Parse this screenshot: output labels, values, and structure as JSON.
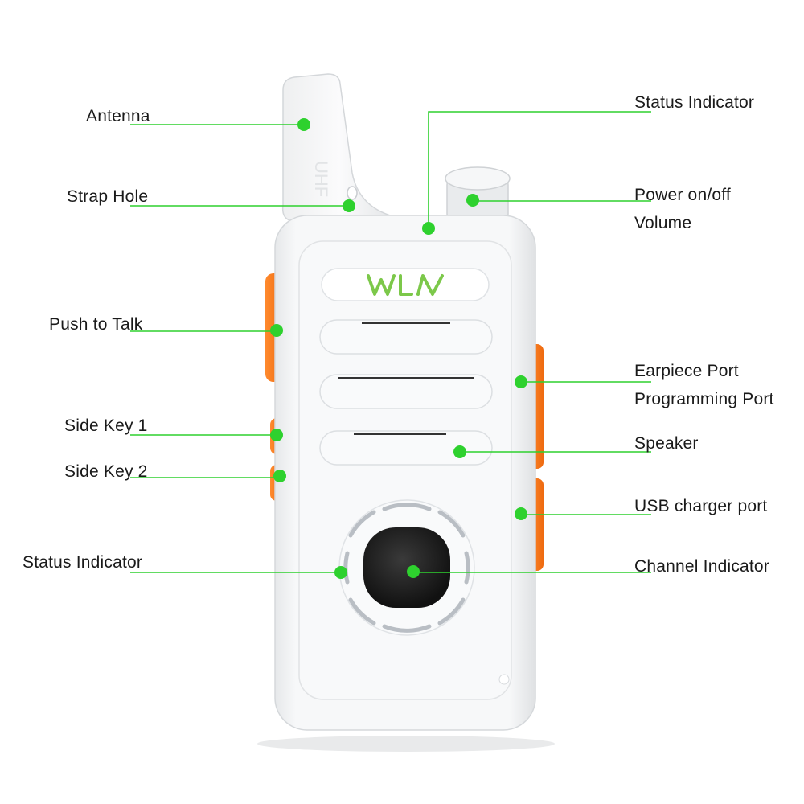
{
  "diagram": {
    "accent_color": "#2ed12e",
    "device": {
      "brand_logo": "WLN",
      "antenna_marking": "UHF",
      "body_color": "#f4f5f6",
      "button_color": "#ff7a1a",
      "knob_color": "#1c1c1c"
    },
    "labels": {
      "antenna": "Antenna",
      "strap_hole": "Strap Hole",
      "push_to_talk": "Push to Talk",
      "side_key_1": "Side Key 1",
      "side_key_2": "Side Key 2",
      "status_indicator_left": "Status Indicator",
      "status_indicator_top": "Status Indicator",
      "power_volume_line1": "Power on/off",
      "power_volume_line2": "Volume",
      "earpiece_line1": "Earpiece Port",
      "earpiece_line2": "Programming Port",
      "speaker": "Speaker",
      "usb_charger": "USB charger port",
      "channel_indicator": "Channel Indicator"
    }
  }
}
